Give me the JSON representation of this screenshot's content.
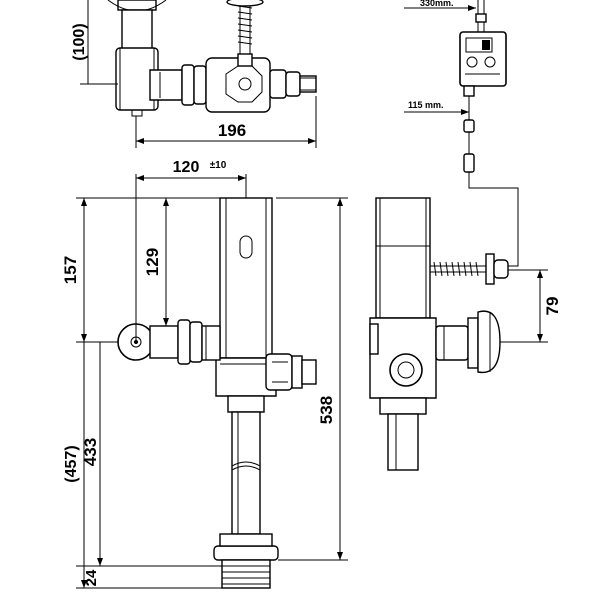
{
  "top_view": {
    "dim_height": "(100)",
    "dim_width": "196"
  },
  "front_view": {
    "dim_horizontal": "120",
    "dim_horizontal_tolerance": "±10",
    "dim_height_upper": "157",
    "dim_height_sensor": "129",
    "dim_total_height": "538",
    "dim_height_inlet_ref": "(457)",
    "dim_height_inlet": "433",
    "dim_base": "24"
  },
  "side_view": {
    "dim_cable_top": "330mm.",
    "dim_cable_mid": "115 mm.",
    "dim_height_right": "79"
  },
  "colors": {
    "line": "#000000",
    "background": "#ffffff"
  }
}
